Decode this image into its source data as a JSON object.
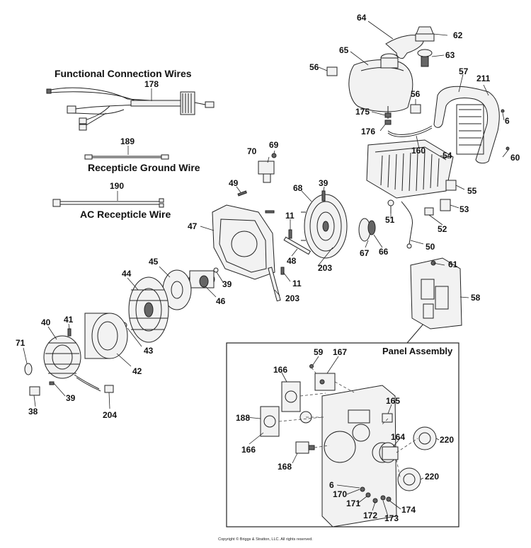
{
  "titles": {
    "functional_connection_wires": "Functional Connection Wires",
    "receptacle_ground_wire": "Recepticle Ground Wire",
    "ac_receptacle_wire": "AC Recepticle Wire",
    "panel_assembly": "Panel Assembly"
  },
  "copyright": "Copyright © Briggs & Stratton, LLC. All rights reserved.",
  "watermark": "Briggs & Stratton",
  "callouts": {
    "c64": "64",
    "c62": "62",
    "c65": "65",
    "c63": "63",
    "c56a": "56",
    "c57": "57",
    "c211": "211",
    "c56b": "56",
    "c175": "175",
    "c6a": "6",
    "c176": "176",
    "c160": "160",
    "c60": "60",
    "c54": "54",
    "c178": "178",
    "c189": "189",
    "c70": "70",
    "c69": "69",
    "c49": "49",
    "c68": "68",
    "c39a": "39",
    "c55": "55",
    "c190": "190",
    "c53": "53",
    "c51": "51",
    "c52": "52",
    "c47": "47",
    "c11a": "11",
    "c67": "67",
    "c66": "66",
    "c50": "50",
    "c48": "48",
    "c203a": "203",
    "c61": "61",
    "c45": "45",
    "c44": "44",
    "c39b": "39",
    "c11b": "11",
    "c46": "46",
    "c203b": "203",
    "c58": "58",
    "c40": "40",
    "c41": "41",
    "c71": "71",
    "c43": "43",
    "c42": "42",
    "c39c": "39",
    "c38": "38",
    "c204": "204",
    "c59": "59",
    "c167": "167",
    "c166a": "166",
    "c165": "165",
    "c188": "188",
    "c164": "164",
    "c220a": "220",
    "c166b": "166",
    "c168": "168",
    "c220b": "220",
    "c6b": "6",
    "c170": "170",
    "c171": "171",
    "c172": "172",
    "c174": "174",
    "c173": "173"
  }
}
